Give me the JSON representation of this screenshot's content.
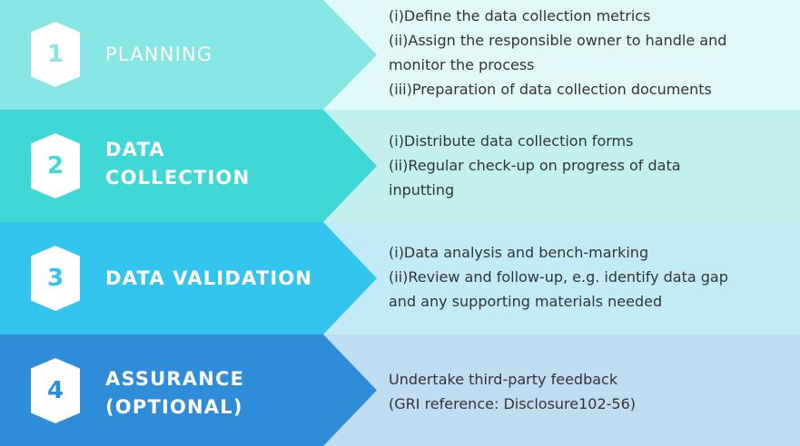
{
  "steps": [
    {
      "number": "1",
      "title": "PLANNING",
      "lines": [
        "(i)Define the data collection metrics",
        "(ii)Assign the responsible owner to handle and",
        "monitor the process",
        "(iii)Preparation of data collection documents"
      ],
      "arrow_color": "#87E5E3",
      "panel_color": "#E0F8F7",
      "number_color": "#87E5E3"
    },
    {
      "number": "2",
      "title": "DATA\nCOLLECTION",
      "lines": [
        "(i)Distribute data collection forms",
        "(ii)Regular check-up on progress of data",
        "inputting"
      ],
      "arrow_color": "#3FD8D6",
      "panel_color": "#C3F0EF",
      "number_color": "#3FD8D6"
    },
    {
      "number": "3",
      "title": "DATA VALIDATION",
      "lines": [
        "(i)Data analysis and bench-marking",
        "(ii)Review and follow-up, e.g. identify data gap",
        "and any supporting materials needed"
      ],
      "arrow_color": "#33C4EE",
      "panel_color": "#C2EAF7",
      "number_color": "#33C4EE"
    },
    {
      "number": "4",
      "title": "ASSURANCE\n(OPTIONAL)",
      "lines": [
        "Undertake third-party feedback",
        "(GRI reference: Disclosure102-56)"
      ],
      "arrow_color": "#2F8CD8",
      "panel_color": "#C0DCF1",
      "number_color": "#2F8CD8"
    }
  ]
}
